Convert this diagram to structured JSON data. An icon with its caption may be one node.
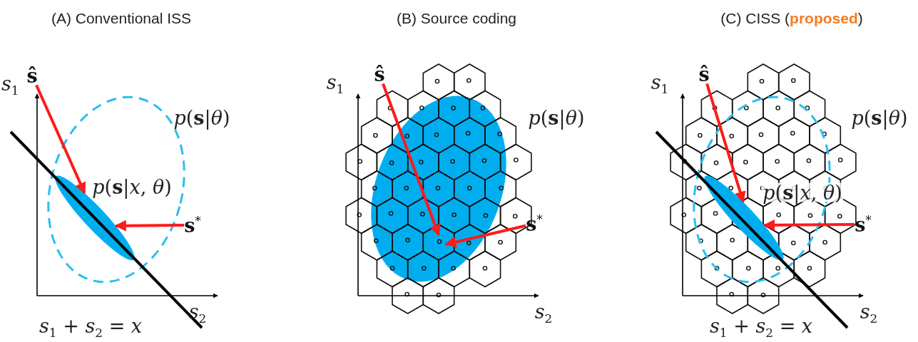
{
  "diagram": {
    "nodes": [
      {
        "text": [
          "ŝ"
        ]
      },
      {
        "text": [],
        "shape": "ellipse"
      },
      {
        "text": [
          "**s**$^{*}$"
        ]
      },
      {
        "text": [
          "ŝ"
        ]
      },
      {
        "text": [
          "**s**$^{*}$"
        ]
      },
      {
        "text": [
          "ŝ"
        ]
      },
      {
        "text": [],
        "shape": "ellipse"
      },
      {
        "text": [
          "**s**$^{*}$"
        ]
      }
    ],
    "edges": [
      {
        "from": 0,
        "to": 1,
        "arrow": "to"
      },
      {
        "from": 2,
        "to": 1,
        "arrow": "to"
      },
      {
        "from": 3,
        "to": null,
        "arrow": "to"
      },
      {
        "from": 4,
        "to": null,
        "arrow": "to"
      },
      {
        "from": 5,
        "to": 6,
        "arrow": "to"
      },
      {
        "from": 7,
        "to": 6,
        "arrow": "to"
      }
    ],
    "labels": [
      "(A) Conventional ISS",
      "(B) Source coding",
      "(C) CISS (**proposed**)",
      "*s*$_{1}$",
      "*p*(**s**|*θ*)",
      "*p*(**s**|*x*, *θ*)",
      "*s*$_{2}$",
      "*s*$_{1}$ + *s*$_{2}$ = *x*",
      "*s*$_{1}$",
      "*p*(**s**|*θ*)",
      "*s*$_{2}$",
      "*s*$_{1}$",
      "*p*(**s**|*θ*)",
      "*p*(**s**|*x*, *θ*)",
      "*s*$_{2}$",
      "*s*$_{1}$ + *s*$_{2}$ = *x*"
    ]
  }
}
